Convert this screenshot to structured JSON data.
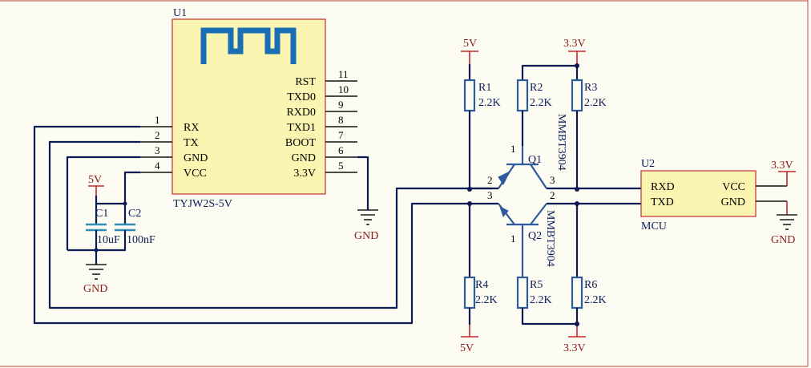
{
  "u1": {
    "designator": "U1",
    "part": "TYJW2S-5V",
    "left_pins": [
      {
        "num": "1",
        "name": "RX"
      },
      {
        "num": "2",
        "name": "TX"
      },
      {
        "num": "3",
        "name": "GND"
      },
      {
        "num": "4",
        "name": "VCC"
      }
    ],
    "right_pins": [
      {
        "num": "11",
        "name": "RST"
      },
      {
        "num": "10",
        "name": "TXD0"
      },
      {
        "num": "9",
        "name": "RXD0"
      },
      {
        "num": "8",
        "name": "TXD1"
      },
      {
        "num": "7",
        "name": "BOOT"
      },
      {
        "num": "6",
        "name": "GND"
      },
      {
        "num": "5",
        "name": "3.3V"
      }
    ]
  },
  "u2": {
    "designator": "U2",
    "part": "MCU",
    "left_pins": [
      "RXD",
      "TXD"
    ],
    "right_pins": [
      "VCC",
      "GND"
    ]
  },
  "capacitors": [
    {
      "designator": "C1",
      "value": "10uF"
    },
    {
      "designator": "C2",
      "value": "100nF"
    }
  ],
  "resistors": [
    {
      "designator": "R1",
      "value": "2.2K"
    },
    {
      "designator": "R2",
      "value": "2.2K"
    },
    {
      "designator": "R3",
      "value": "2.2K"
    },
    {
      "designator": "R4",
      "value": "2.2K"
    },
    {
      "designator": "R5",
      "value": "2.2K"
    },
    {
      "designator": "R6",
      "value": "2.2K"
    }
  ],
  "transistors": [
    {
      "designator": "Q1",
      "part": "MMBT3904",
      "pins": {
        "base": "1",
        "left": "2",
        "right": "3"
      }
    },
    {
      "designator": "Q2",
      "part": "MMBT3904",
      "pins": {
        "base": "1",
        "left": "3",
        "right": "2"
      }
    }
  ],
  "power_nets": {
    "v5": "5V",
    "v33": "3.3V",
    "gnd": "GND"
  },
  "colors": {
    "wire": "#0c1a55",
    "chip_fill": "#fbf5b2",
    "chip_outline": "#c62f33",
    "power_symbol": "#c3282b",
    "component": "#2f5a9d",
    "wifi_logo": "#1a6fb4"
  }
}
